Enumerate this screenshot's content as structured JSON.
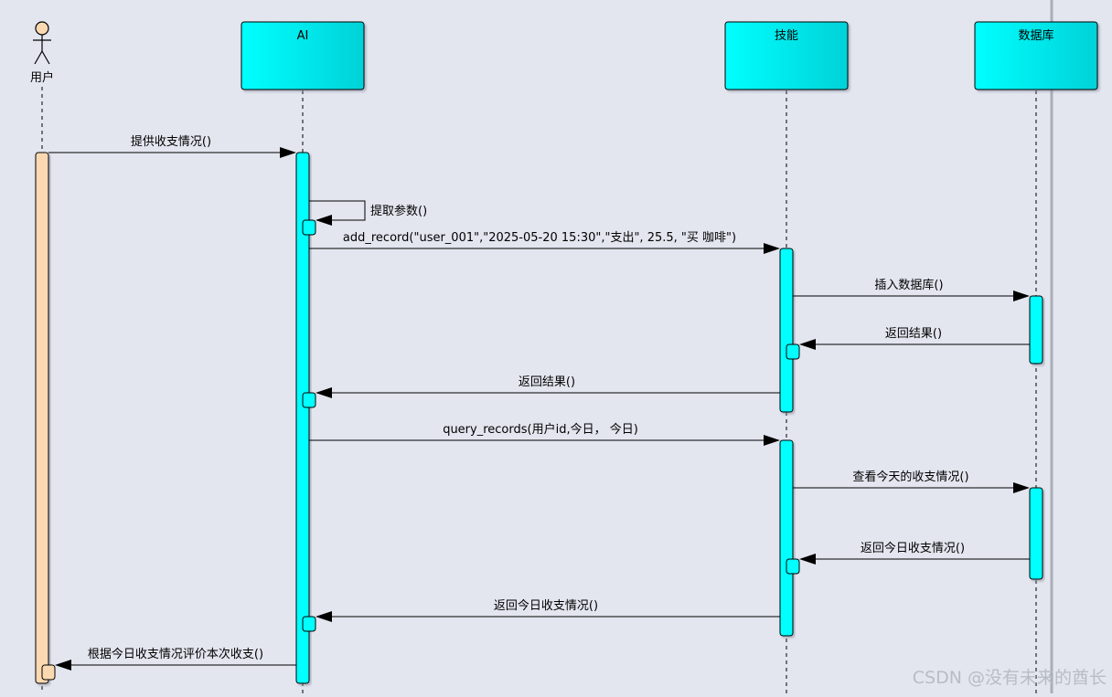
{
  "diagram": {
    "colors": {
      "background": "#e3e6ef",
      "lifeline_box": "#00ffff",
      "activation": "#00ffff",
      "actor_activation": "#fad9b2",
      "line": "#000000"
    },
    "actor": {
      "name": "用户",
      "icon": "stick-figure-icon"
    },
    "participants": [
      {
        "id": "ai",
        "name": "AI"
      },
      {
        "id": "skill",
        "name": "技能"
      },
      {
        "id": "db",
        "name": "数据库"
      }
    ],
    "messages": [
      {
        "from": "user",
        "to": "ai",
        "label": "提供收支情况()"
      },
      {
        "from": "ai",
        "to": "ai",
        "label": "提取参数()"
      },
      {
        "from": "ai",
        "to": "skill",
        "label": "add_record(\"user_001\",\"2025-05-20 15:30\",\"支出\", 25.5, \"买 咖啡\")"
      },
      {
        "from": "skill",
        "to": "db",
        "label": "插入数据库()"
      },
      {
        "from": "db",
        "to": "skill",
        "label": "返回结果()"
      },
      {
        "from": "skill",
        "to": "ai",
        "label": "返回结果()"
      },
      {
        "from": "ai",
        "to": "skill",
        "label": "query_records(用户id,今日， 今日)"
      },
      {
        "from": "skill",
        "to": "db",
        "label": "查看今天的收支情况()"
      },
      {
        "from": "db",
        "to": "skill",
        "label": "返回今日收支情况()"
      },
      {
        "from": "skill",
        "to": "ai",
        "label": "返回今日收支情况()"
      },
      {
        "from": "ai",
        "to": "user",
        "label": "根据今日收支情况评价本次收支()"
      }
    ]
  },
  "watermark": "CSDN @没有未来的酋长"
}
